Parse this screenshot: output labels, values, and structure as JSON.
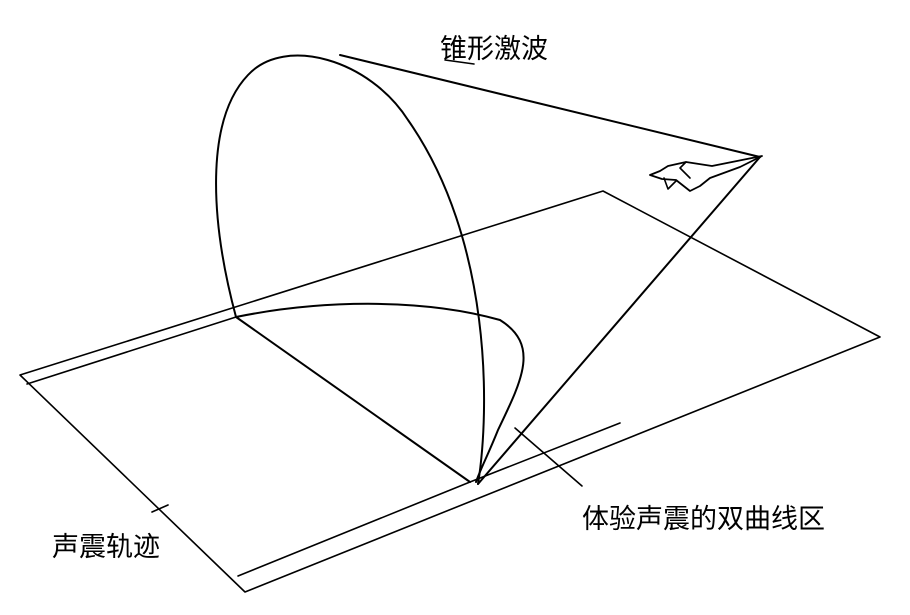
{
  "labels": {
    "cone_shock": "锥形激波",
    "hyperbolic_zone": "体验声震的双曲线区",
    "boom_track": "声震轨迹"
  }
}
